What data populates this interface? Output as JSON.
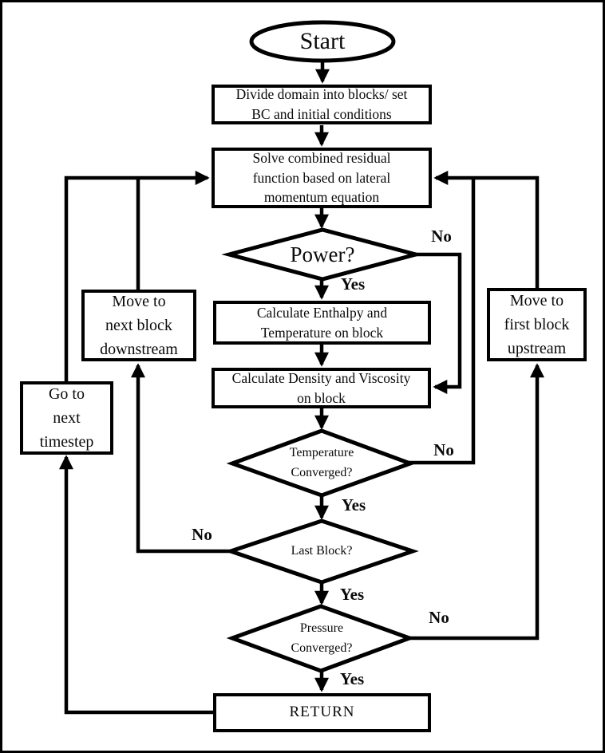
{
  "flowchart": {
    "kind": "flowchart",
    "colors": {
      "stroke": "#000000",
      "background": "#ffffff",
      "text": "#0a0a0a"
    },
    "nodes": {
      "start": {
        "type": "terminator",
        "label": "Start"
      },
      "divide": {
        "type": "process",
        "label": "Divide domain into blocks/ set\nBC and initial conditions"
      },
      "solve": {
        "type": "process",
        "label": "Solve combined residual\nfunction based on lateral\nmomentum equation"
      },
      "power": {
        "type": "decision",
        "label": "Power?"
      },
      "enthalpy": {
        "type": "process",
        "label": "Calculate Enthalpy and\nTemperature on block"
      },
      "density": {
        "type": "process",
        "label": "Calculate Density and Viscosity\non block"
      },
      "temp_converged": {
        "type": "decision",
        "label": "Temperature\nConverged?"
      },
      "last_block": {
        "type": "decision",
        "label": "Last Block?"
      },
      "pressure_converged": {
        "type": "decision",
        "label": "Pressure\nConverged?"
      },
      "return": {
        "type": "process",
        "label": "RETURN"
      },
      "downstream": {
        "type": "process",
        "label": "Move to\nnext block\ndownstream"
      },
      "timestep": {
        "type": "process",
        "label": "Go to\nnext\ntimestep"
      },
      "upstream": {
        "type": "process",
        "label": "Move to\nfirst block\nupstream"
      }
    },
    "edge_labels": {
      "power_yes": "Yes",
      "power_no": "No",
      "temp_yes": "Yes",
      "temp_no": "No",
      "last_yes": "Yes",
      "last_no": "No",
      "pressure_yes": "Yes",
      "pressure_no": "No"
    },
    "edges": [
      {
        "from": "start",
        "to": "divide"
      },
      {
        "from": "divide",
        "to": "solve"
      },
      {
        "from": "solve",
        "to": "power"
      },
      {
        "from": "power",
        "to": "enthalpy",
        "label": "Yes"
      },
      {
        "from": "power",
        "to": "density",
        "label": "No"
      },
      {
        "from": "enthalpy",
        "to": "density"
      },
      {
        "from": "density",
        "to": "temp_converged"
      },
      {
        "from": "temp_converged",
        "to": "solve",
        "label": "No"
      },
      {
        "from": "temp_converged",
        "to": "last_block",
        "label": "Yes"
      },
      {
        "from": "last_block",
        "to": "downstream",
        "label": "No"
      },
      {
        "from": "downstream",
        "to": "solve"
      },
      {
        "from": "last_block",
        "to": "pressure_converged",
        "label": "Yes"
      },
      {
        "from": "pressure_converged",
        "to": "upstream",
        "label": "No"
      },
      {
        "from": "upstream",
        "to": "solve"
      },
      {
        "from": "pressure_converged",
        "to": "return",
        "label": "Yes"
      },
      {
        "from": "return",
        "to": "timestep"
      },
      {
        "from": "timestep",
        "to": "solve"
      }
    ]
  }
}
